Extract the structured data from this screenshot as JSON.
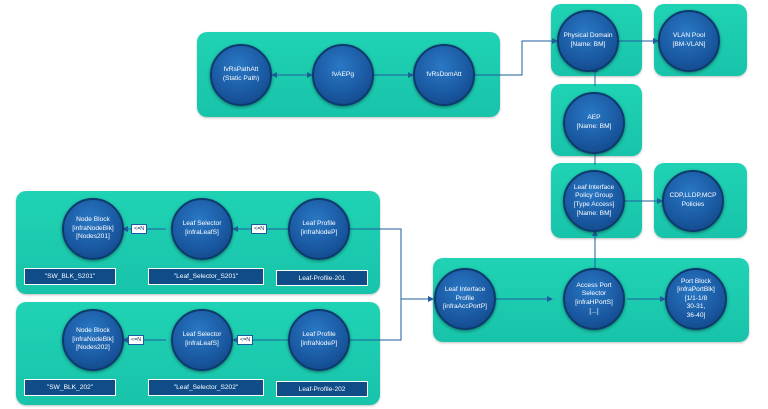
{
  "colors": {
    "panel": "#1ec9ae",
    "node": "#1a5aa3",
    "line": "#1f5f9e"
  },
  "top_group": {
    "path_att": [
      "fvRsPathAtt",
      "(Static Path)"
    ],
    "aepg": [
      "fvAEPg"
    ],
    "dom_att": [
      "fvRsDomAtt"
    ]
  },
  "physical_domain": [
    "Physical Domain",
    "[Name: BM]"
  ],
  "vlan_pool": [
    "VLAN Pool",
    "[BM-VLAN]"
  ],
  "aep": [
    "AEP",
    "[Name: BM]"
  ],
  "policy_group": [
    "Leaf Interface",
    "Policy Group",
    "[Type Access]",
    "[Name: BM]"
  ],
  "policies": [
    "CDP,LLDP,MCP",
    "Policies"
  ],
  "leaf1": {
    "node_block": [
      "Node Block",
      "[infraNodeBlk]",
      "[Nodes201]"
    ],
    "selector": [
      "Leaf Selector",
      "[infraLeafS]"
    ],
    "profile": [
      "Leaf Profile",
      "[infraNodeP]"
    ],
    "labels": [
      "\"SW_BLK_S201\"",
      "\"Leaf_Selector_S201\"",
      "Leaf-Profile-201"
    ],
    "cn": [
      "<=N",
      "<=N"
    ]
  },
  "leaf2": {
    "node_block": [
      "Node Block",
      "[infraNodeBlk]",
      "[Nodes202]"
    ],
    "selector": [
      "Leaf Selector",
      "[infraLeafS]"
    ],
    "profile": [
      "Leaf Profile",
      "[infraNodeP]"
    ],
    "labels": [
      "\"SW_BLK_202\"",
      "\"Leaf_Selector_S202\"",
      "Leaf-Profile-202"
    ],
    "cn": [
      "<=N",
      "<=N"
    ]
  },
  "access_group": {
    "if_profile": [
      "Leaf Interface",
      "Profile",
      "[infraAccPortP]"
    ],
    "port_selector": [
      "Access Port",
      "Selector",
      "[infraHPortS]",
      "[...]"
    ],
    "port_block": [
      "Port Block",
      "[infraPortBlk]",
      "[1/1-1/8",
      "30-31,",
      "36-40]"
    ]
  }
}
